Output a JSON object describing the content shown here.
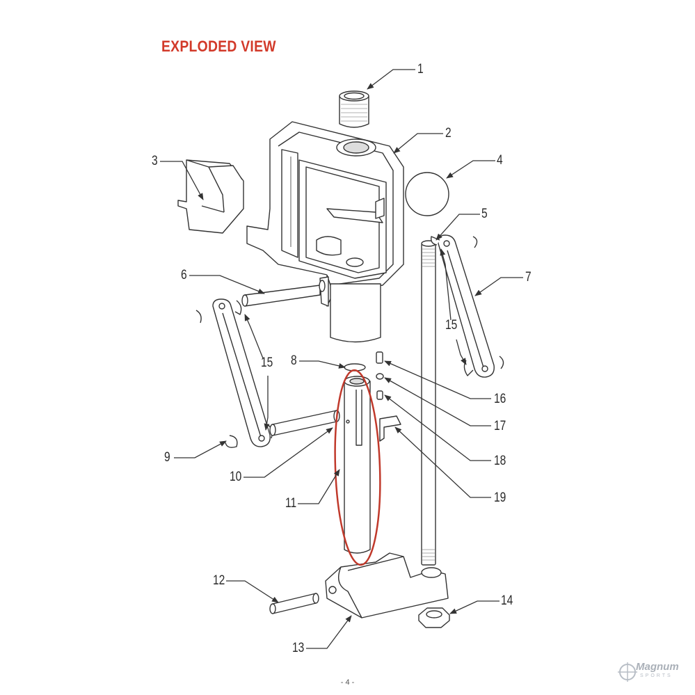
{
  "title": "EXPLODED VIEW",
  "page_number": "- 4 -",
  "logo": {
    "name": "Magnum",
    "sub": "SPORTS"
  },
  "labels": [
    "1",
    "2",
    "3",
    "4",
    "5",
    "6",
    "7",
    "8",
    "9",
    "10",
    "11",
    "12",
    "13",
    "14",
    "15",
    "15",
    "16",
    "17",
    "18",
    "19"
  ],
  "colors": {
    "title": "#d23a2a",
    "highlight": "#c0392b",
    "line": "#333333"
  },
  "highlighted_part": "11"
}
